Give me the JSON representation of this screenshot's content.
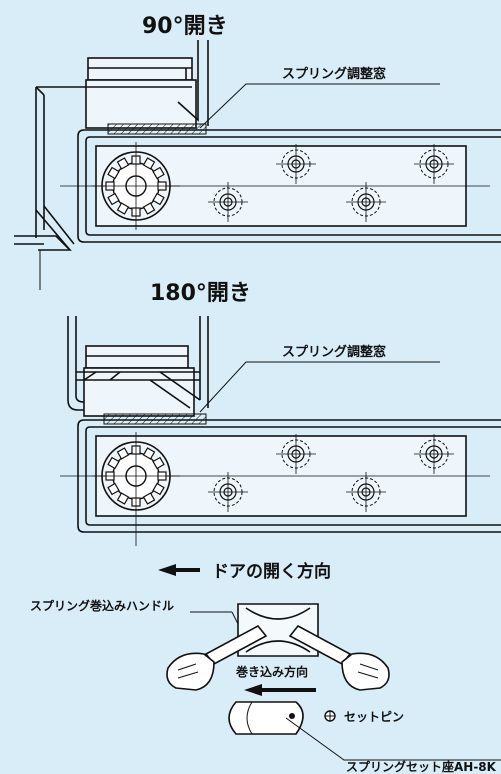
{
  "headings": {
    "open_90": "90°開き",
    "open_180": "180°開き"
  },
  "callouts": {
    "spring_window_1": "スプリング調整窓",
    "spring_window_2": "スプリング調整窓"
  },
  "door_direction": {
    "label": "ドアの開く方向"
  },
  "winding": {
    "handle_label": "スプリング巻込みハンドル",
    "direction_label": "巻き込み方向",
    "set_pin_label": "セットピン",
    "seat_label": "スプリングセット座AH-8K"
  },
  "colors": {
    "background": "#d8edf8",
    "line": "#111111"
  }
}
